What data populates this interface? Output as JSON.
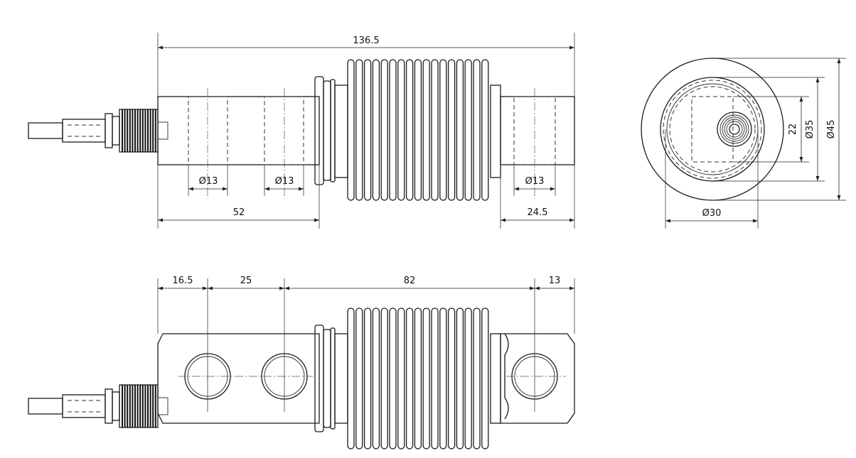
{
  "dimensions": {
    "overall_length": "136.5",
    "left_section_length": "52",
    "right_section_length": "24.5",
    "hole_diameter_1": "Ø13",
    "hole_diameter_2": "Ø13",
    "hole_diameter_3": "Ø13",
    "end_offset": "16.5",
    "hole_pitch": "25",
    "hole_to_hole_span": "82",
    "right_hole_offset": "13",
    "inner_square": "22",
    "flange_diameter": "Ø35",
    "outer_diameter": "Ø45",
    "body_diameter": "Ø30"
  },
  "colors": {
    "line": "#1a1a1a",
    "background": "#ffffff"
  }
}
